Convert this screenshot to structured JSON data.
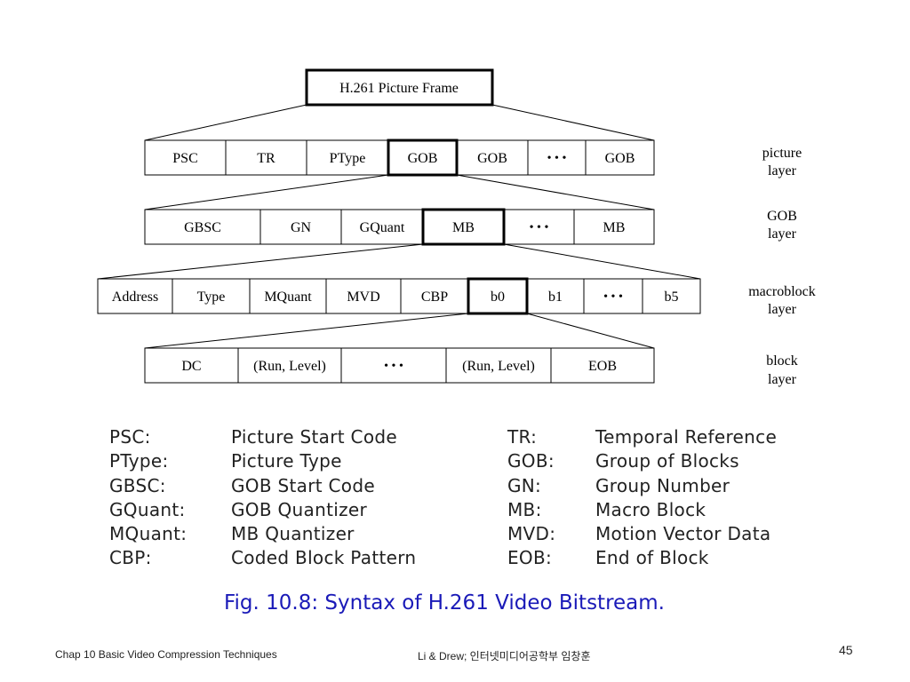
{
  "frame": {
    "title": "H.261 Picture Frame"
  },
  "layers": [
    {
      "id": "picture",
      "label_lines": [
        "picture",
        "layer"
      ],
      "cells": [
        "PSC",
        "TR",
        "PType",
        "GOB",
        "GOB",
        "• • •",
        "GOB"
      ]
    },
    {
      "id": "gob",
      "label_lines": [
        "GOB",
        "layer"
      ],
      "cells": [
        "GBSC",
        "GN",
        "GQuant",
        "MB",
        "• • •",
        "MB"
      ]
    },
    {
      "id": "macroblock",
      "label_lines": [
        "macroblock",
        "layer"
      ],
      "cells": [
        "Address",
        "Type",
        "MQuant",
        "MVD",
        "CBP",
        "b0",
        "b1",
        "• • •",
        "b5"
      ]
    },
    {
      "id": "block",
      "label_lines": [
        "block",
        "layer"
      ],
      "cells": [
        "DC",
        "(Run, Level)",
        "• • •",
        "(Run, Level)",
        "EOB"
      ]
    }
  ],
  "abbreviations": [
    {
      "abbr": "PSC:",
      "meaning": "Picture Start Code"
    },
    {
      "abbr": "PType:",
      "meaning": "Picture Type"
    },
    {
      "abbr": "GBSC:",
      "meaning": "GOB Start Code"
    },
    {
      "abbr": "GQuant:",
      "meaning": "GOB Quantizer"
    },
    {
      "abbr": "MQuant:",
      "meaning": "MB Quantizer"
    },
    {
      "abbr": "CBP:",
      "meaning": "Coded Block Pattern"
    },
    {
      "abbr": "TR:",
      "meaning": "Temporal Reference"
    },
    {
      "abbr": "GOB:",
      "meaning": "Group of Blocks"
    },
    {
      "abbr": "GN:",
      "meaning": "Group Number"
    },
    {
      "abbr": "MB:",
      "meaning": "Macro Block"
    },
    {
      "abbr": "MVD:",
      "meaning": "Motion Vector Data"
    },
    {
      "abbr": "EOB:",
      "meaning": "End of Block"
    }
  ],
  "caption": "Fig. 10.8: Syntax of H.261 Video Bitstream.",
  "footer": {
    "left": "Chap 10  Basic Video Compression Techniques",
    "center": "Li & Drew; 인터넷미디어공학부 임창훈",
    "page": "45"
  }
}
